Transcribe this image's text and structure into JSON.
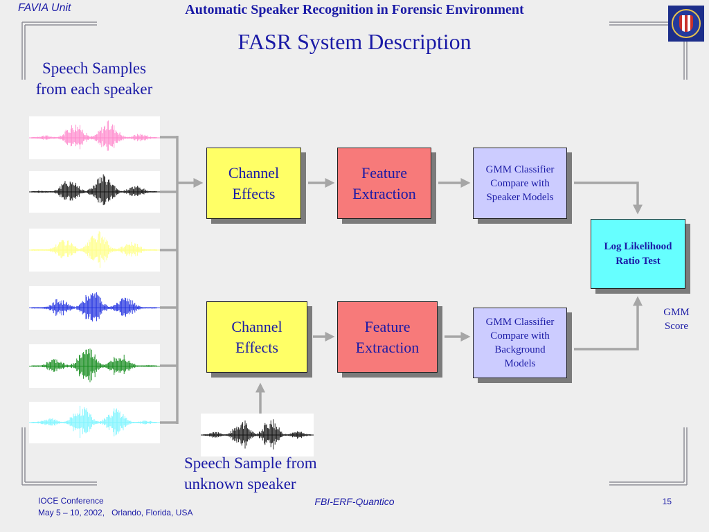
{
  "header": {
    "unit": "FAVIA Unit",
    "title": "Automatic Speaker Recognition in Forensic Environment",
    "slide_title": "FASR System Description"
  },
  "captions": {
    "samples_line1": "Speech Samples",
    "samples_line2": "from each speaker",
    "unknown_line1": "Speech Sample from",
    "unknown_line2": "unknown speaker"
  },
  "waveforms": [
    {
      "color": "#ff88cc"
    },
    {
      "color": "#111111"
    },
    {
      "color": "#ffff88"
    },
    {
      "color": "#1f2fe0"
    },
    {
      "color": "#128a1a"
    },
    {
      "color": "#7ff5ff"
    },
    {
      "color": "#111111"
    }
  ],
  "top_row": {
    "channel_line1": "Channel",
    "channel_line2": "Effects",
    "feature_line1": "Feature",
    "feature_line2": "Extraction",
    "gmm_line1": "GMM Classifier",
    "gmm_line2": "Compare with",
    "gmm_line3": "Speaker Models"
  },
  "bottom_row": {
    "channel_line1": "Channel",
    "channel_line2": "Effects",
    "feature_line1": "Feature",
    "feature_line2": "Extraction",
    "gmm_line1": "GMM Classifier",
    "gmm_line2": "Compare with",
    "gmm_line3": "Background",
    "gmm_line4": "Models"
  },
  "llr": {
    "line1": "Log Likelihood",
    "line2": "Ratio Test"
  },
  "gmm_score": {
    "line1": "GMM",
    "line2": "Score"
  },
  "footer": {
    "conference": "IOCE Conference",
    "date_place": "May 5 – 10, 2002,   Orlando, Florida, USA",
    "center": "FBI-ERF-Quantico",
    "page": "15"
  },
  "colors": {
    "text": "#1a1aa6",
    "arrow": "#a6a6a6",
    "channel_box": "#ffff66",
    "feature_box": "#f77a7a",
    "gmm_box": "#ccccff",
    "llr_box": "#66ffff"
  }
}
